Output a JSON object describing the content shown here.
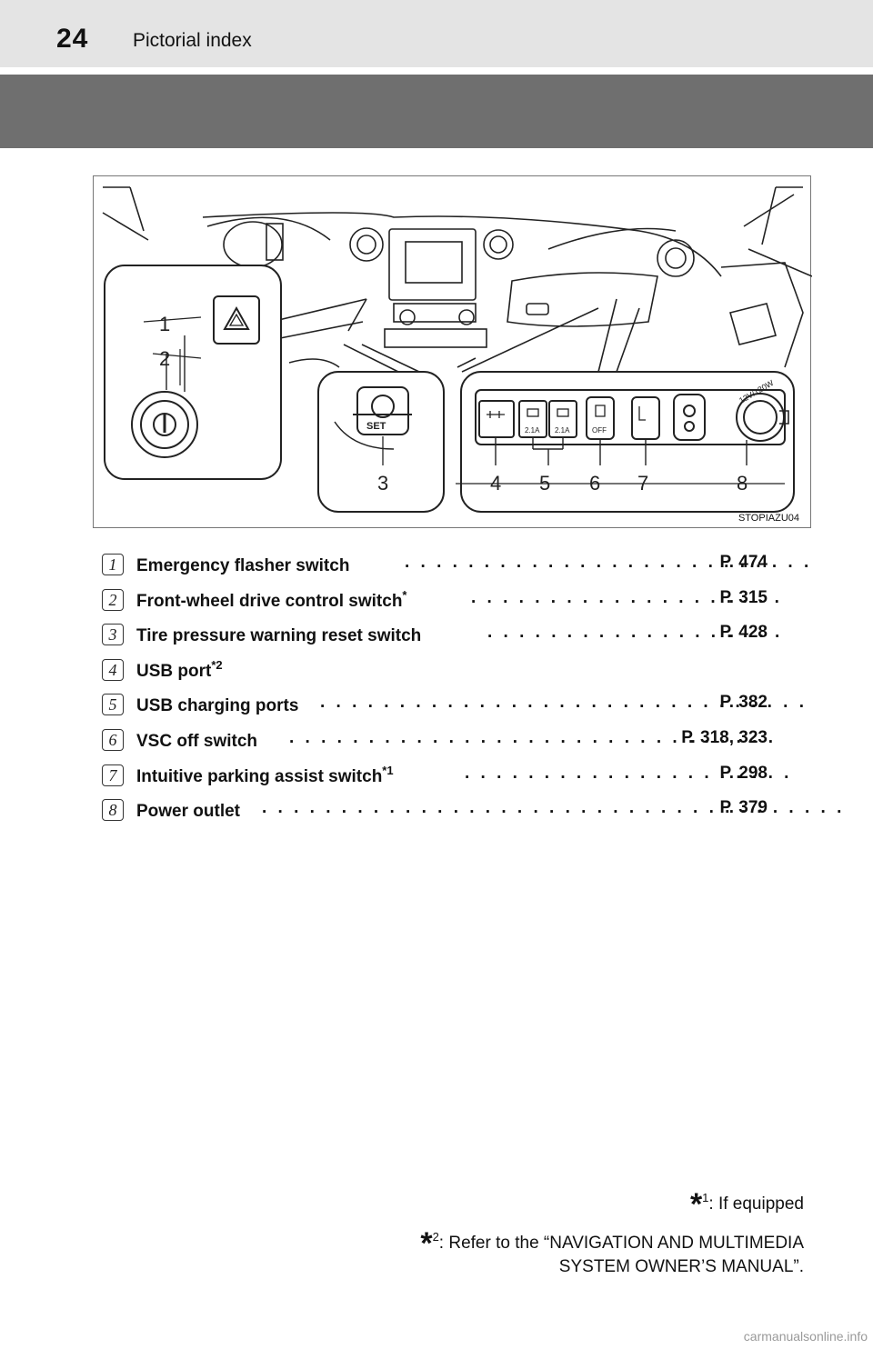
{
  "header": {
    "page_number": "24",
    "section_title": "Pictorial index"
  },
  "figure": {
    "code": "STOPIAZU04",
    "callouts": [
      "1",
      "2",
      "3",
      "4",
      "5",
      "6",
      "7",
      "8"
    ],
    "inset_text": {
      "set_label": "SET",
      "usb_rating_1": "2.1A",
      "usb_rating_2": "2.1A",
      "off_label": "OFF",
      "outlet_rating": "12V/120W"
    }
  },
  "items": [
    {
      "marker": "1",
      "label": "Emergency flasher switch",
      "sup": "",
      "dots": ". . . . . . . . . . . . . . . . . . . . . . . . . .",
      "page": "P. 474"
    },
    {
      "marker": "2",
      "label": "Front-wheel drive control switch",
      "sup": "*",
      "dots": ". . . . . . . . . . . . . . . . . . . .",
      "page": "P. 315"
    },
    {
      "marker": "3",
      "label": "Tire pressure warning reset switch",
      "sup": "",
      "dots": ". . . . . . . . . . . . . . . . . . .",
      "page": "P. 428"
    },
    {
      "marker": "4",
      "label": "USB port",
      "sup": "*2",
      "dots": "",
      "page": ""
    },
    {
      "marker": "5",
      "label": "USB charging ports",
      "sup": "",
      "dots": ". . . . . . . . . . . . . . . . . . . . . . . . . . . . . . .",
      "page": "P. 382"
    },
    {
      "marker": "6",
      "label": "VSC off switch",
      "sup": "",
      "dots": ". . . . . . . . . . . . . . . . . . . . . . . . . . . . . . .",
      "page": "P. 318, 323"
    },
    {
      "marker": "7",
      "label": "Intuitive parking assist switch",
      "sup": "*1",
      "dots": ". . . . . . . . . . . . . . . . . . . . .",
      "page": "P. 298"
    },
    {
      "marker": "8",
      "label": "Power outlet",
      "sup": "",
      "dots": ". . . . . . . . . . . . . . . . . . . . . . . . . . . . . . . . . . . . .",
      "page": "P. 379"
    }
  ],
  "footnotes": [
    {
      "mark": "*",
      "num": "1",
      "text": ": If equipped"
    },
    {
      "mark": "*",
      "num": "2",
      "text": ": Refer to the “NAVIGATION AND MULTIMEDIA",
      "text2": "SYSTEM OWNER’S MANUAL”."
    }
  ],
  "watermark": "carmanualsonline.info"
}
